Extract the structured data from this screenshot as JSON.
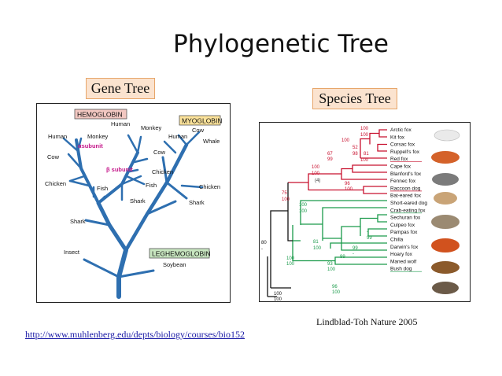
{
  "slide": {
    "title": "Phylogenetic Tree",
    "caption": "Lindblad-Toh Nature 2005",
    "link": "http://www.muhlenberg.edu/depts/biology/courses/bio152"
  },
  "gene_tree": {
    "label": "Gene Tree",
    "groups": {
      "hemoglobin": "HEMOGLOBIN",
      "myoglobin": "MYOGLOBIN",
      "leghemoglobin": "LEGHEMOGLOBIN"
    },
    "subunits": {
      "alpha": "αsubunit",
      "beta": "β subunit"
    },
    "taxa": {
      "human_a": "Human",
      "monkey_a": "Monkey",
      "cow_a": "Cow",
      "human_b": "Human",
      "monkey_b": "Monkey",
      "cow_b": "Cow",
      "chicken_b": "Chicken",
      "fish_b": "Fish",
      "shark_b": "Shark",
      "chicken_a": "Chicken",
      "fish_a": "Fish",
      "shark_a": "Shark",
      "cow_m": "Cow",
      "human_m": "Human",
      "whale_m": "Whale",
      "chicken_m": "Chicken",
      "shark_m": "Shark",
      "insect": "Insect",
      "soybean": "Soybean"
    }
  },
  "species_tree": {
    "label": "Species Tree",
    "taxa": [
      "Arctic fox",
      "Kit fox",
      "Corsac fox",
      "Ruppell's fox",
      "Red fox",
      "Cape fox",
      "Blanford's fox",
      "Fennec fox",
      "Raccoon dog",
      "Bat-eared fox",
      "Short-eared dog",
      "Crab-eating fox",
      "Sechuran fox",
      "Culpeo fox",
      "Pampas fox",
      "Chilla",
      "Darwin's fox",
      "Hoary fox",
      "Maned wolf",
      "Bush dog"
    ],
    "support_red": [
      "100",
      "100",
      "100",
      "52",
      "67",
      "98",
      "81",
      "99",
      "100",
      "100",
      "100",
      "(4)",
      "96",
      "100",
      "75",
      "100"
    ],
    "support_green": [
      "100",
      "100",
      "81",
      "100",
      "-",
      "99",
      "99",
      "-",
      "100",
      "100",
      "93",
      "100",
      "99",
      "96",
      "100"
    ],
    "support_black": [
      "80",
      "-",
      "100",
      "100"
    ],
    "colors": {
      "red_clade": "#c8102e",
      "green_clade": "#1a9a4a",
      "root": "#111111"
    }
  },
  "colors": {
    "branch_blue": "#2e6fb0",
    "hemoglobin_box": "#f2c7c1",
    "myoglobin_box": "#fbe29a",
    "leghemoglobin_box": "#c8e6c0"
  }
}
